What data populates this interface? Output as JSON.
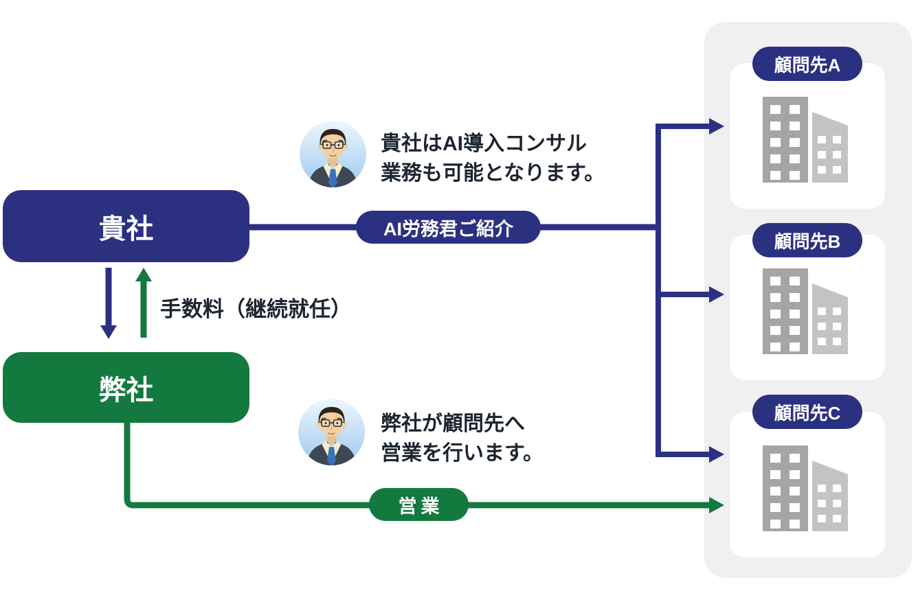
{
  "colors": {
    "navy": "#2b3180",
    "green": "#14793f",
    "panel_bg": "#f0f0f2",
    "card_bg": "#ffffff",
    "text_dark": "#1b2430",
    "building_dark": "#a5a5a7",
    "building_light": "#c3c3c6"
  },
  "nodes": {
    "your_company": "貴社",
    "our_company": "弊社"
  },
  "connectors": {
    "intro_label": "AI労務君ご紹介",
    "sales_label": "営業",
    "fee_label": "手数料（継続就任）",
    "intro_note_line1": "貴社はAI導入コンサル",
    "intro_note_line2": "業務も可能となります。",
    "sales_note_line1": "弊社が顧問先へ",
    "sales_note_line2": "営業を行います。"
  },
  "clients": [
    {
      "label": "顧問先A"
    },
    {
      "label": "顧問先B"
    },
    {
      "label": "顧問先C"
    }
  ],
  "icons": {
    "avatar": "consultant-avatar-icon",
    "building": "office-buildings-icon"
  }
}
